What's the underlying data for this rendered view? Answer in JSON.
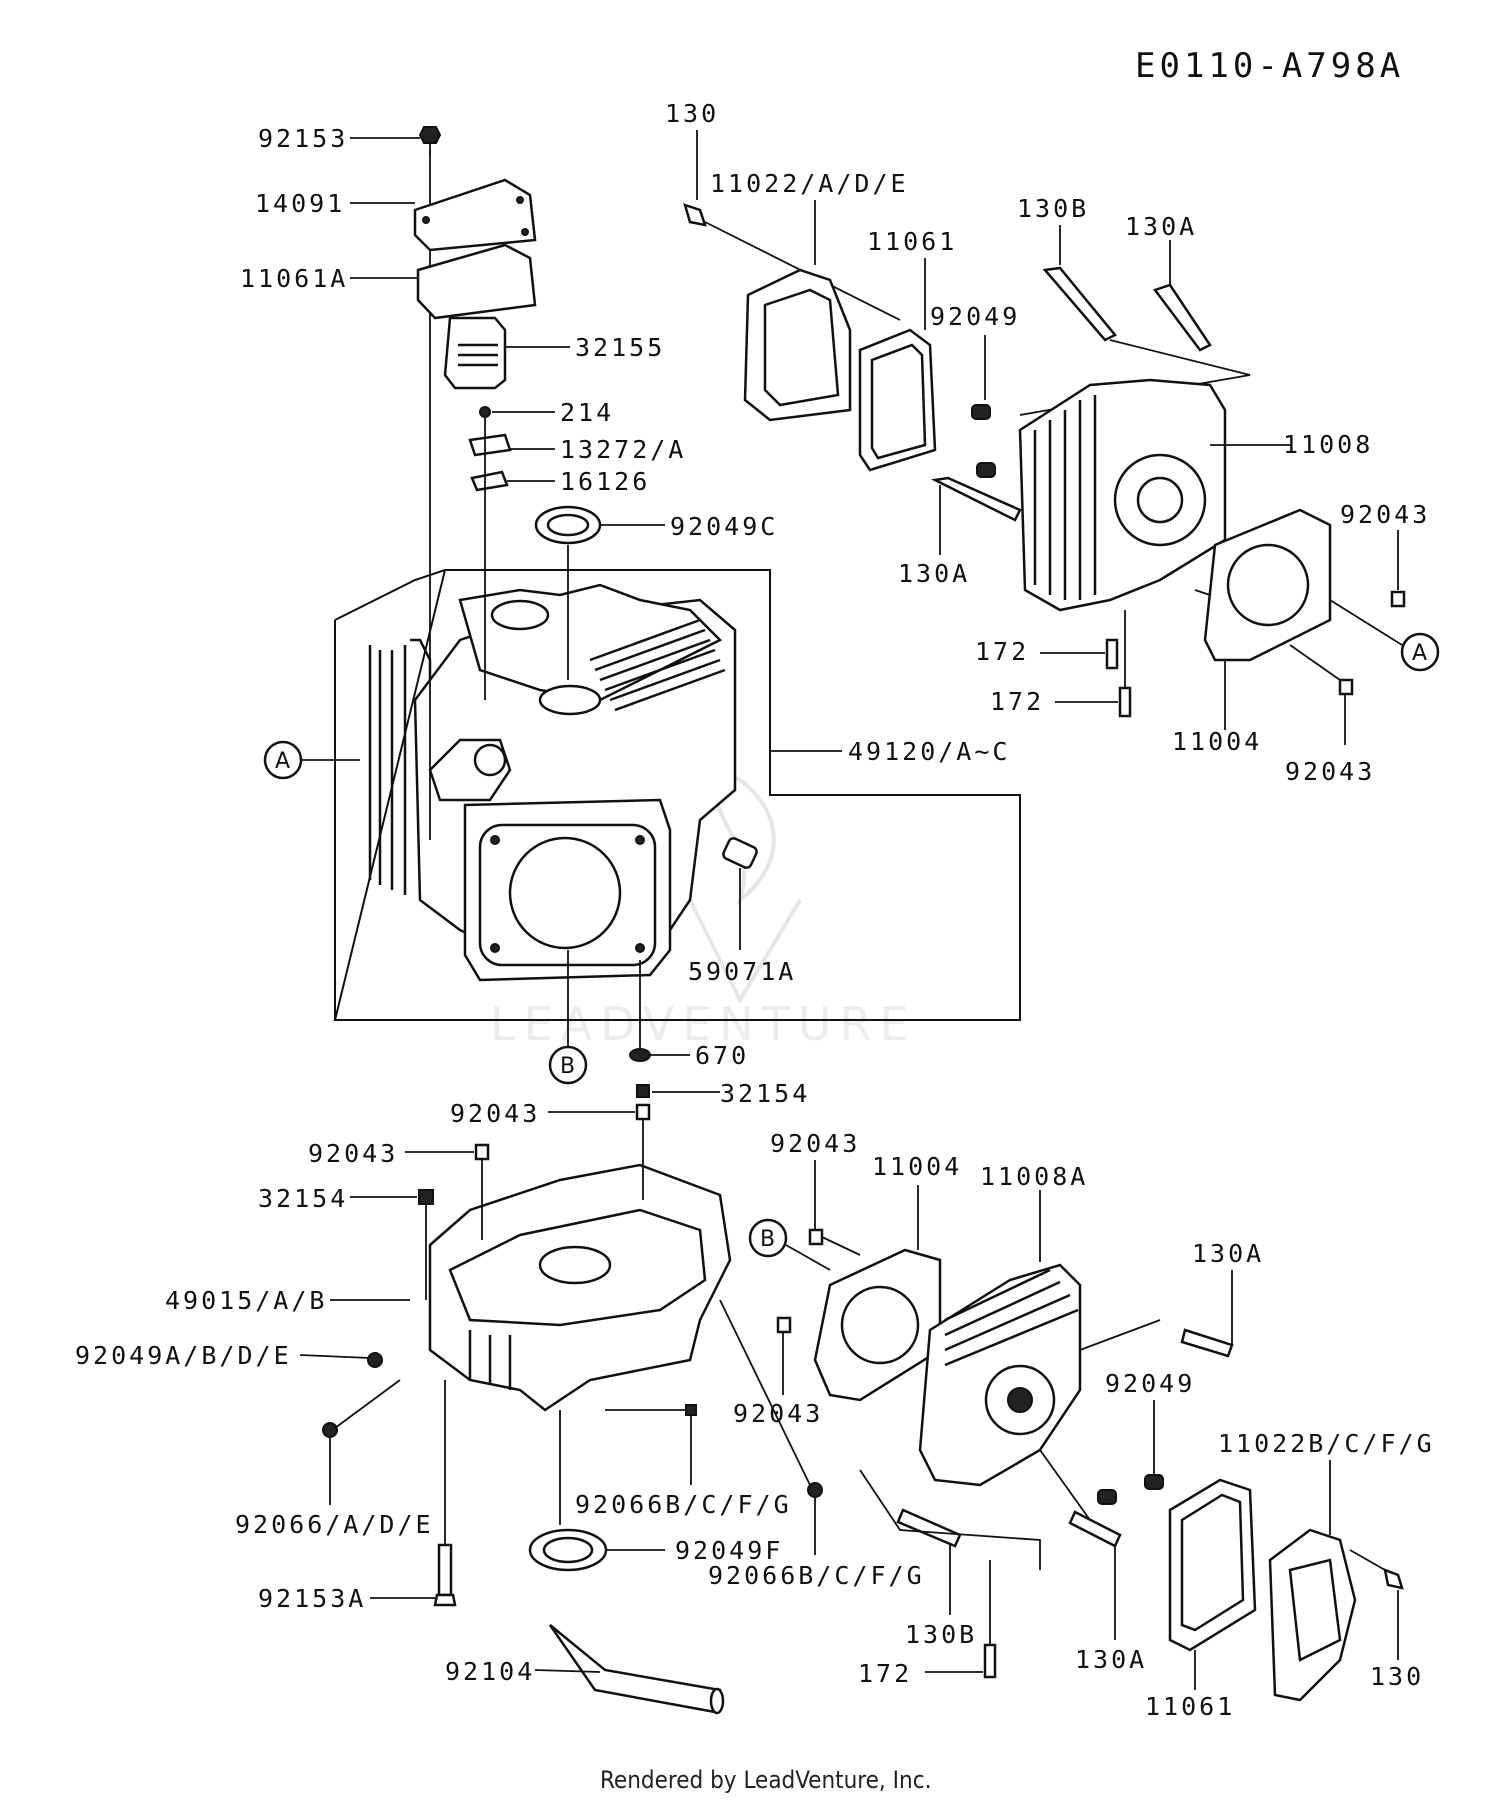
{
  "diagram_code": "E0110-A798A",
  "footer": "Rendered by LeadVenture, Inc.",
  "watermark": "LEADVENTURE",
  "callouts": {
    "A_left": "A",
    "A_right": "A",
    "B_upper": "B",
    "B_lower": "B"
  },
  "parts": {
    "p92153": "92153",
    "p14091": "14091",
    "p11061A": "11061A",
    "p32155": "32155",
    "p214": "214",
    "p13272": "13272/A",
    "p16126": "16126",
    "p92049C": "92049C",
    "p49120": "49120/A~C",
    "p59071A": "59071A",
    "p670": "670",
    "p130_top": "130",
    "p11022_top": "11022/A/D/E",
    "p11061_top": "11061",
    "p130B_top": "130B",
    "p130A_top": "130A",
    "p92049_top": "92049",
    "p11008": "11008",
    "p92043_r1": "92043",
    "p130A_mid": "130A",
    "p172_a": "172",
    "p172_b": "172",
    "p11004_top": "11004",
    "p92043_r2": "92043",
    "p32154_a": "32154",
    "p92043_a": "92043",
    "p92043_b": "92043",
    "p32154_b": "32154",
    "p49015": "49015/A/B",
    "p92049A": "92049A/B/D/E",
    "p92066A": "92066/A/D/E",
    "p92066B_1": "92066B/C/F/G",
    "p92049F": "92049F",
    "p92066B_2": "92066B/C/F/G",
    "p92153A": "92153A",
    "p92104": "92104",
    "p92043_c": "92043",
    "p11004_bot": "11004",
    "p11008A": "11008A",
    "p92043_d": "92043",
    "p130A_bot1": "130A",
    "p92049_bot": "92049",
    "p11022B": "11022B/C/F/G",
    "p130B_bot": "130B",
    "p130A_bot2": "130A",
    "p172_c": "172",
    "p11061_bot": "11061",
    "p130_bot": "130"
  }
}
